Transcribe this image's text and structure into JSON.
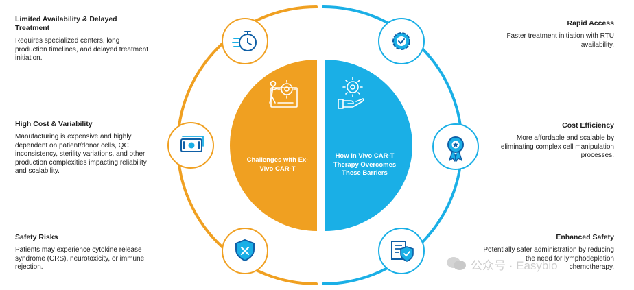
{
  "colors": {
    "orange": "#F0A021",
    "blue": "#1AAFE6",
    "ring_gray": "#d8d8d8"
  },
  "center": {
    "left_label": "Challenges with Ex-Vivo CAR-T",
    "right_label": "How In Vivo CAR-T Therapy Overcomes These Barriers"
  },
  "left_items": [
    {
      "title": "Limited Availability & Delayed Treatment",
      "body": "Requires specialized centers, long production timelines, and delayed treatment initiation.",
      "icon": "stopwatch-icon"
    },
    {
      "title": "High Cost & Variability",
      "body": "Manufacturing is expensive and highly dependent on patient/donor cells, QC inconsistency, sterility variations, and other production complexities impacting reliability and scalability.",
      "icon": "money-icon"
    },
    {
      "title": "Safety Risks",
      "body": "Patients may experience cytokine release syndrome (CRS), neurotoxicity, or immune rejection.",
      "icon": "shield-x-icon"
    }
  ],
  "right_items": [
    {
      "title": "Rapid Access",
      "body": "Faster treatment initiation with RTU availability.",
      "icon": "gear-check-icon"
    },
    {
      "title": "Cost Efficiency",
      "body": "More affordable and scalable by eliminating complex cell manipulation processes.",
      "icon": "award-ribbon-icon"
    },
    {
      "title": "Enhanced Safety",
      "body": "Potentially safer administration by reducing the need for lymphodepletion chemotherapy.",
      "icon": "document-shield-icon"
    }
  ],
  "watermark": "公众号 · Easybio"
}
